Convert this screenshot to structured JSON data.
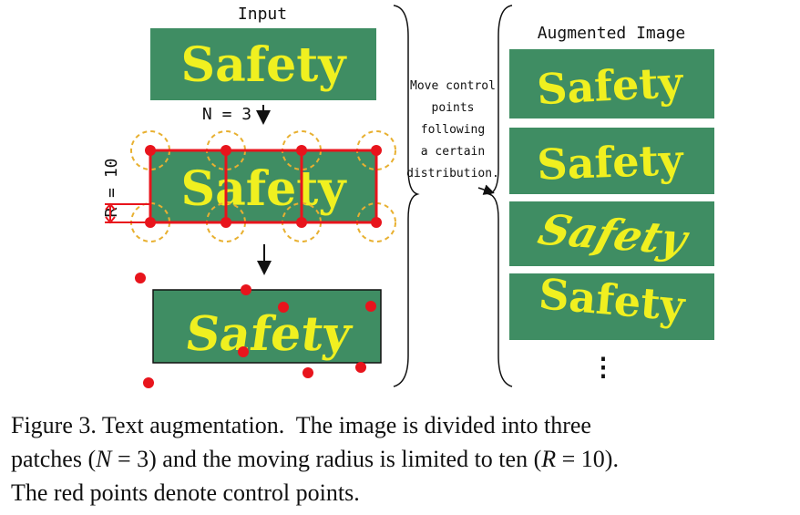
{
  "colors": {
    "panel_green": "#3f8d63",
    "text_yellow": "#f0f020",
    "control_red": "#e8141c",
    "radius_orange": "#e8b030",
    "ink": "#111111"
  },
  "left": {
    "input_label": "Input",
    "n_label": "N = 3",
    "r_label": "R = 10",
    "word": "Safety"
  },
  "middle": {
    "lines": [
      "Move control",
      "points",
      "following",
      "a certain",
      "distribution."
    ]
  },
  "right": {
    "title": "Augmented Image",
    "words": [
      "Safety",
      "Safety",
      "Safety",
      "Safety"
    ],
    "ellipsis": "⋮"
  },
  "caption": {
    "line1": "Figure 3. Text augmentation.  The image is divided into three",
    "line2a": "patches (",
    "n_math": "N",
    "line2b": " = 3) and the moving radius is limited to ten (",
    "r_math": "R",
    "line2c": " = 10).",
    "line3": "The red points denote control points."
  }
}
